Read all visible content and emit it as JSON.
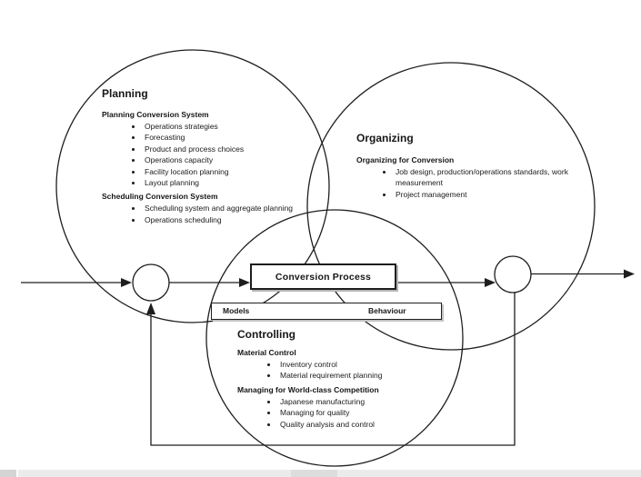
{
  "diagram": {
    "planning": {
      "title": "Planning",
      "sections": [
        {
          "heading": "Planning Conversion System",
          "bullets": [
            "Operations strategies",
            "Forecasting",
            "Product and process choices",
            "Operations capacity",
            "Facility location planning",
            "Layout  planning"
          ]
        },
        {
          "heading": "Scheduling Conversion System",
          "bullets": [
            "Scheduling system and aggregate planning",
            "Operations scheduling"
          ]
        }
      ]
    },
    "organizing": {
      "title": "Organizing",
      "sections": [
        {
          "heading": "Organizing for Conversion",
          "bullets": [
            "Job design, production/operations standards, work measurement",
            "Project management"
          ]
        }
      ]
    },
    "controlling": {
      "title": "Controlling",
      "sections": [
        {
          "heading": "Material Control",
          "bullets": [
            "Inventory control",
            "Material requirement planning"
          ]
        },
        {
          "heading": "Managing for World-class Competition",
          "bullets": [
            "Japanese manufacturing",
            "Managing for quality",
            "Quality analysis and control"
          ]
        }
      ]
    },
    "process_box_label": "Conversion Process",
    "models_label": "Models",
    "behaviour_label": "Behaviour",
    "colors": {
      "line": "#1e1e1e",
      "box_shadow": "#b5b5b5",
      "scrollbar_track": "#ebebeb",
      "scrollbar_thumb": "#dddddd",
      "scrollbar_corner": "#d4d4d4"
    }
  }
}
